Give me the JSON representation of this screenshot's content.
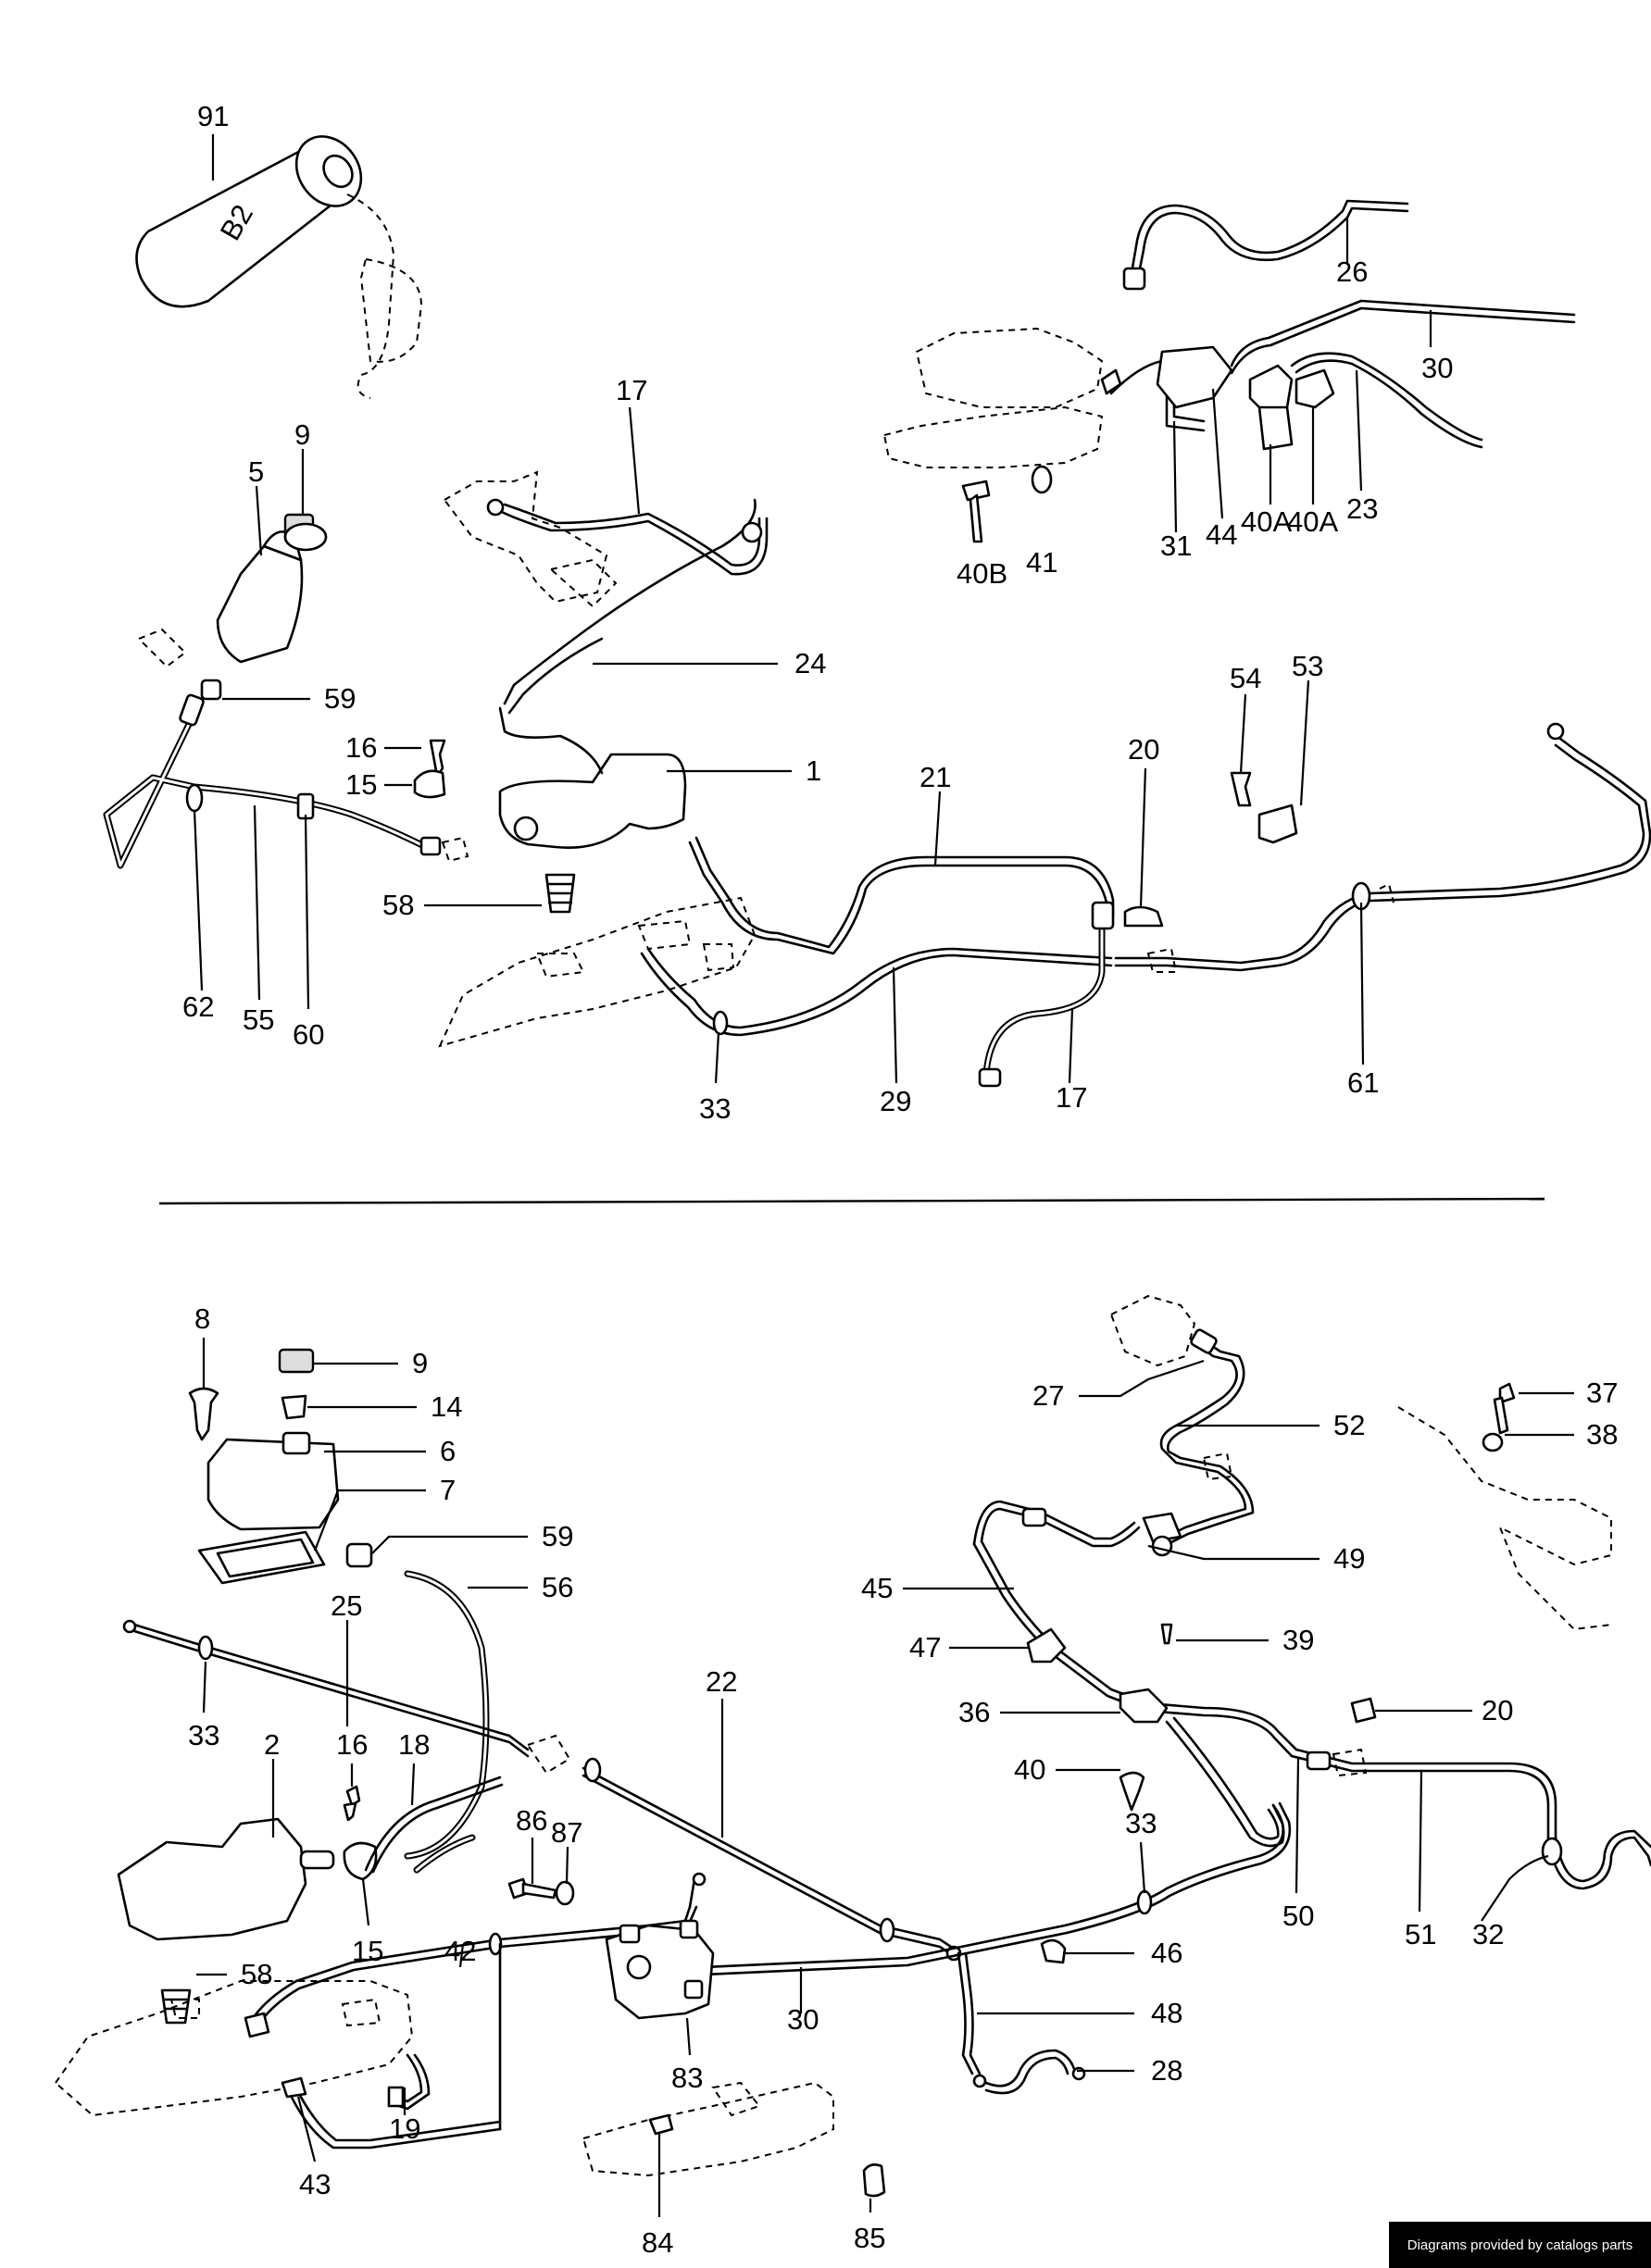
{
  "diagram": {
    "top_labels": {
      "l91": "91",
      "l17a": "17",
      "l26": "26",
      "l9a": "9",
      "l5": "5",
      "l30a": "30",
      "l31": "31",
      "l44": "44",
      "l40a1": "40A",
      "l40a2": "40A",
      "l23": "23",
      "l40b": "40B",
      "l41": "41",
      "l24": "24",
      "l59a": "59",
      "l16a": "16",
      "l15a": "15",
      "l1": "1",
      "l21": "21",
      "l20a": "20",
      "l54": "54",
      "l53": "53",
      "l58a": "58",
      "l62": "62",
      "l55": "55",
      "l60": "60",
      "l33a": "33",
      "l29": "29",
      "l17b": "17",
      "l61": "61"
    },
    "bottom_labels": {
      "l8": "8",
      "l9b": "9",
      "l14": "14",
      "l6": "6",
      "l7": "7",
      "l59b": "59",
      "l56": "56",
      "l25": "25",
      "l33b": "33",
      "l2": "2",
      "l16b": "16",
      "l18": "18",
      "l22": "22",
      "l86": "86",
      "l87": "87",
      "l15b": "15",
      "l58b": "58",
      "l42": "42",
      "l19": "19",
      "l43": "43",
      "l30b": "30",
      "l83": "83",
      "l84": "84",
      "l85": "85",
      "l27": "27",
      "l52": "52",
      "l37": "37",
      "l38": "38",
      "l49": "49",
      "l45": "45",
      "l47": "47",
      "l39": "39",
      "l36": "36",
      "l20b": "20",
      "l40": "40",
      "l33c": "33",
      "l50": "50",
      "l51": "51",
      "l32": "32",
      "l46": "46",
      "l48": "48",
      "l28": "28"
    },
    "can_marking": "B2",
    "credit": "Diagrams provided by catalogs parts"
  }
}
